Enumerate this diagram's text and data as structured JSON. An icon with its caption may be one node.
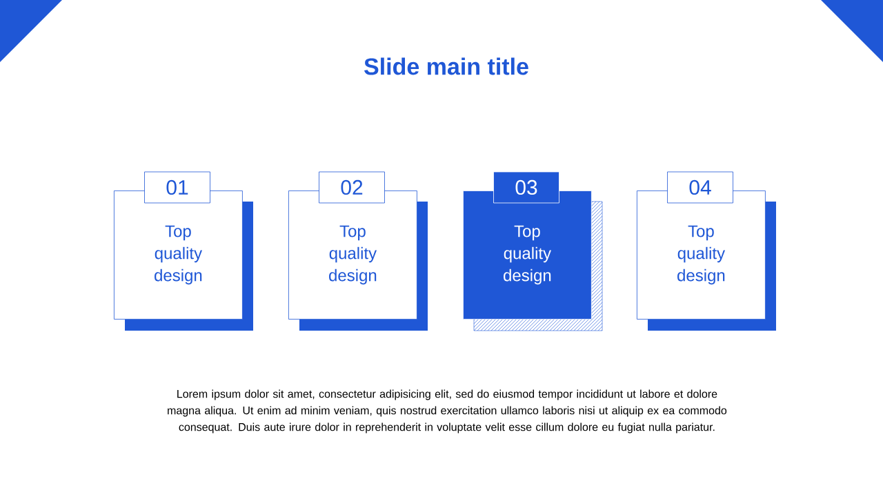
{
  "diagram": {
    "title": "Slide main title",
    "nodes": [
      {
        "text": [
          "01"
        ]
      },
      {
        "text": [
          "Top quality design"
        ]
      },
      {
        "text": [
          "02"
        ]
      },
      {
        "text": [
          "Top quality design"
        ]
      },
      {
        "text": [
          "03"
        ]
      },
      {
        "text": [
          "Top quality design"
        ]
      },
      {
        "text": [
          "04"
        ]
      },
      {
        "text": [
          "Top quality design"
        ]
      }
    ],
    "labels": [
      "Lorem ipsum dolor sit amet, consectetur adipisicing elit, sed do eiusmod tempor incididunt ut labore et dolore magna aliqua. Ut enim ad minim veniam, quis nostrud exercitation ullamco laboris nisi ut aliquip ex ea commodo consequat. Duis aute irure dolor in reprehenderit in voluptate velit esse cillum dolore eu fugiat nulla pariatur."
    ]
  }
}
